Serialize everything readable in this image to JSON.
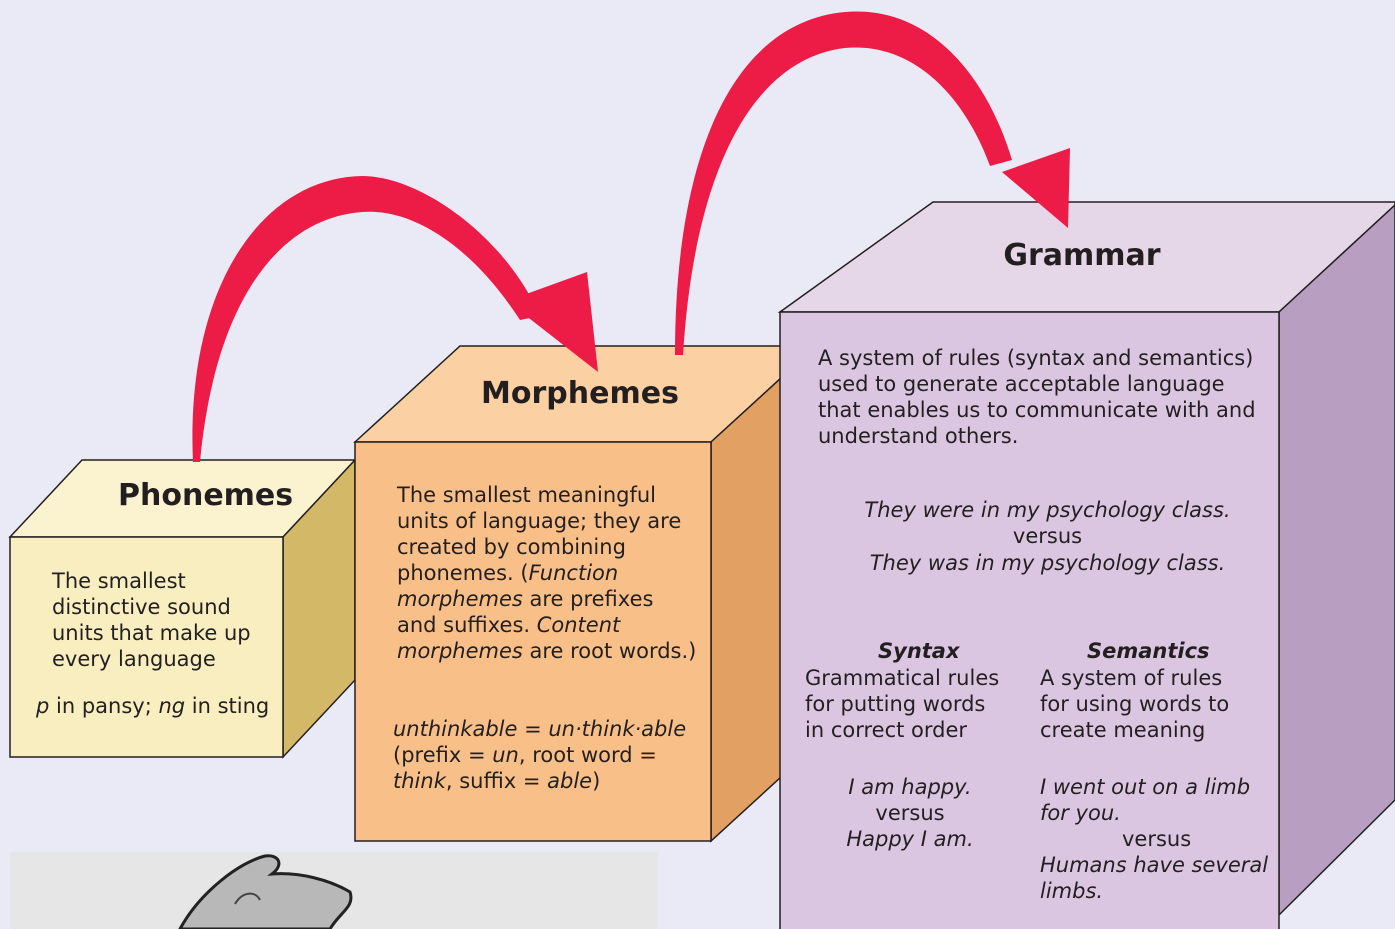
{
  "phonemes": {
    "title": "Phonemes",
    "definition": "The smallest distinctive sound units that make up every language",
    "example": {
      "p": "p",
      "t1": " in pansy; ",
      "ng": "ng",
      "t2": " in sting"
    }
  },
  "morphemes": {
    "title": "Morphemes",
    "definition": {
      "a": "The smallest meaningful units of language; they are created by combining phonemes. (",
      "fm": "Function morphemes",
      "b": " are prefixes and suffixes. ",
      "cm": "Content morphemes",
      "c": " are root words.)"
    },
    "example": {
      "word": "unthinkable = un·think·able",
      "p1": "(prefix = ",
      "un": "un",
      "p2": ", root word = ",
      "think": "think",
      "p3": ", suffix = ",
      "able": "able",
      "p4": ")"
    }
  },
  "grammar": {
    "title": "Grammar",
    "definition": "A system of rules (syntax and semantics) used to generate acceptable language that enables us to communicate with and understand others.",
    "example": {
      "line1": "They were in my psychology class.",
      "versus": "versus",
      "line2": "They was in my psychology class."
    },
    "syntax": {
      "heading": "Syntax",
      "definition": "Grammatical rules for putting words in correct order",
      "ex1": "I am happy.",
      "versus": "versus",
      "ex2": "Happy I am."
    },
    "semantics": {
      "heading": "Semantics",
      "definition": "A system of rules for using words to create meaning",
      "ex1": "I went out on a limb for you.",
      "versus": "versus",
      "ex2": "Humans have several limbs."
    }
  },
  "colors": {
    "background": "#e9eaf5",
    "phonemes_front": "#f8eec0",
    "phonemes_top": "#fbf3cf",
    "phonemes_side": "#d3b867",
    "morphemes_front": "#f8c088",
    "morphemes_top": "#fbd1a4",
    "morphemes_side": "#e2a063",
    "grammar_front": "#dbc6e1",
    "grammar_top": "#e6d7e8",
    "grammar_side": "#b89fc1",
    "arrow": "#ec1c47"
  }
}
